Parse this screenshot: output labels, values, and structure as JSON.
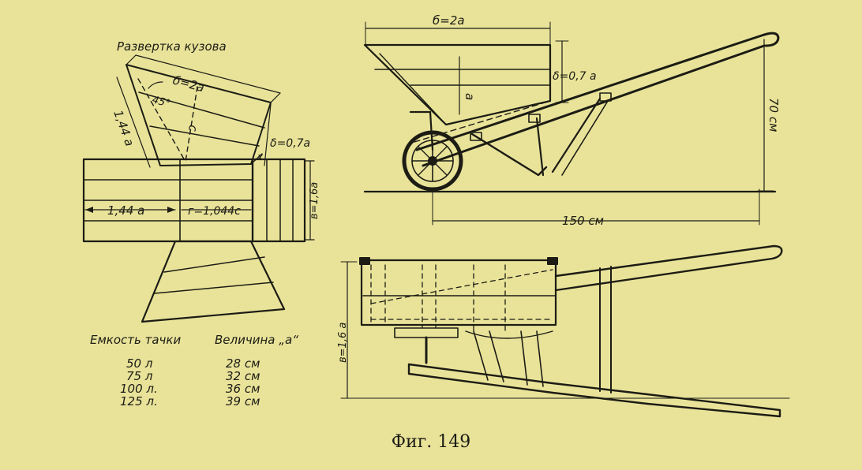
{
  "unfold": {
    "title": "Развертка кузова",
    "dim_b": "б=2а",
    "dim_angle": "45°",
    "dim_side": "1,44 а",
    "dim_c": "с",
    "dim_delta": "δ=0,7а",
    "dim_x": "х",
    "dim_base": "1,44 а",
    "dim_g": "г=1,044с",
    "dim_v": "в=1,6а"
  },
  "side_view": {
    "dim_b": "б=2а",
    "dim_delta": "δ=0,7 а",
    "dim_a": "а",
    "dim_height": "70 см",
    "dim_length": "150 см"
  },
  "top_view": {
    "dim_v": "в=1,6 а"
  },
  "table": {
    "col1_header": "Емкость тачки",
    "col2_header": "Величина „а“",
    "rows": [
      {
        "capacity": "50 л",
        "size": "28 см"
      },
      {
        "capacity": "75 л",
        "size": "32 см"
      },
      {
        "capacity": "100 л.",
        "size": "36 см"
      },
      {
        "capacity": "125 л.",
        "size": "39 см"
      }
    ]
  },
  "caption": "Фиг. 149"
}
